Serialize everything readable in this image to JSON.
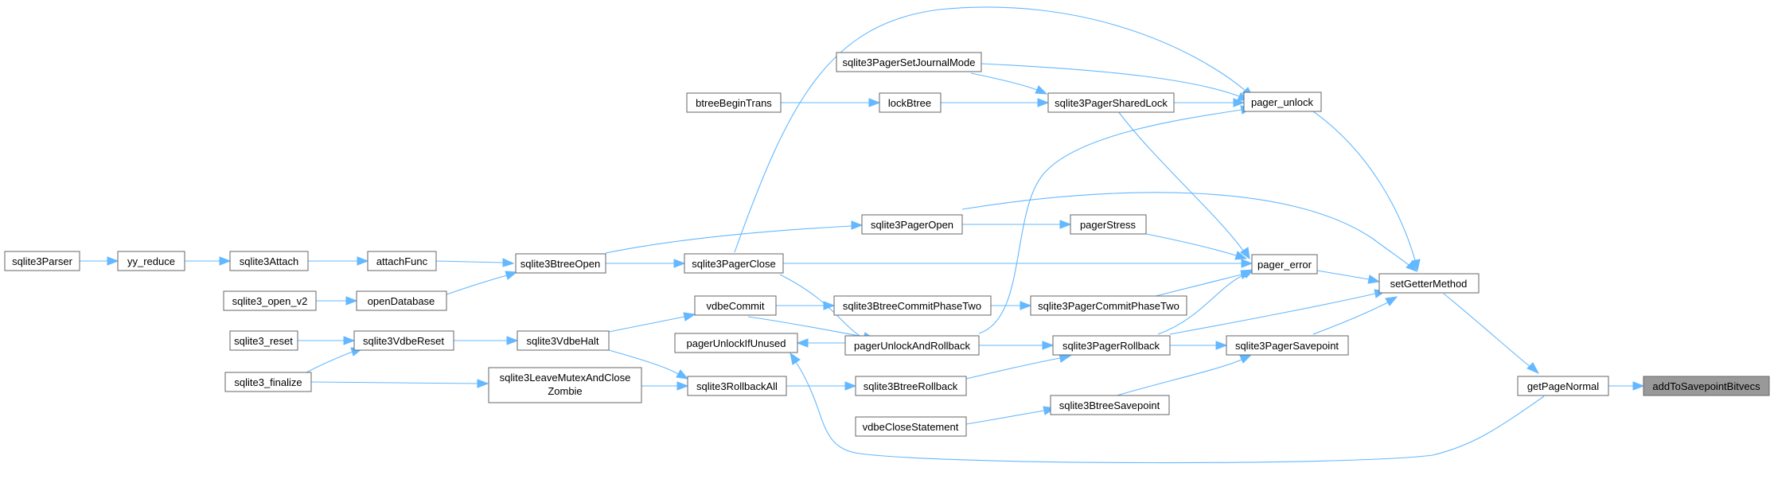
{
  "graph": {
    "accent_color": "#63b8ff",
    "focus_node_color": "#999999",
    "nodes": {
      "add_to_savepoint_bitvecs": "addToSavepointBitvecs",
      "get_page_normal": "getPageNormal",
      "set_getter_method": "setGetterMethod",
      "pager_error": "pager_error",
      "pager_unlock": "pager_unlock",
      "sqlite3_pager_savepoint": "sqlite3PagerSavepoint",
      "sqlite3_pager_rollback": "sqlite3PagerRollback",
      "sqlite3_pager_commit_phase_two": "sqlite3PagerCommitPhaseTwo",
      "pager_stress": "pagerStress",
      "sqlite3_pager_open": "sqlite3PagerOpen",
      "sqlite3_pager_shared_lock": "sqlite3PagerSharedLock",
      "sqlite3_pager_set_journal_mode": "sqlite3PagerSetJournalMode",
      "lock_btree": "lockBtree",
      "btree_begin_trans": "btreeBeginTrans",
      "sqlite3_btree_commit_phase_two": "sqlite3BtreeCommitPhaseTwo",
      "pager_unlock_and_rollback": "pagerUnlockAndRollback",
      "pager_unlock_if_unused": "pagerUnlockIfUnused",
      "sqlite3_btree_rollback": "sqlite3BtreeRollback",
      "sqlite3_btree_savepoint": "sqlite3BtreeSavepoint",
      "vdbe_close_statement": "vdbeCloseStatement",
      "sqlite3_pager_close": "sqlite3PagerClose",
      "vdbe_commit": "vdbeCommit",
      "sqlite3_rollback_all": "sqlite3RollbackAll",
      "sqlite3_btree_open": "sqlite3BtreeOpen",
      "sqlite3_vdbe_halt": "sqlite3VdbeHalt",
      "sqlite3_leave_mutex_and_close_zombie_1": "sqlite3LeaveMutexAndClose",
      "sqlite3_leave_mutex_and_close_zombie_2": "Zombie",
      "attach_func": "attachFunc",
      "open_database": "openDatabase",
      "sqlite3_vdbe_reset": "sqlite3VdbeReset",
      "sqlite3_attach": "sqlite3Attach",
      "sqlite3_open_v2": "sqlite3_open_v2",
      "sqlite3_reset": "sqlite3_reset",
      "sqlite3_finalize": "sqlite3_finalize",
      "yy_reduce": "yy_reduce",
      "sqlite3_parser": "sqlite3Parser"
    }
  }
}
